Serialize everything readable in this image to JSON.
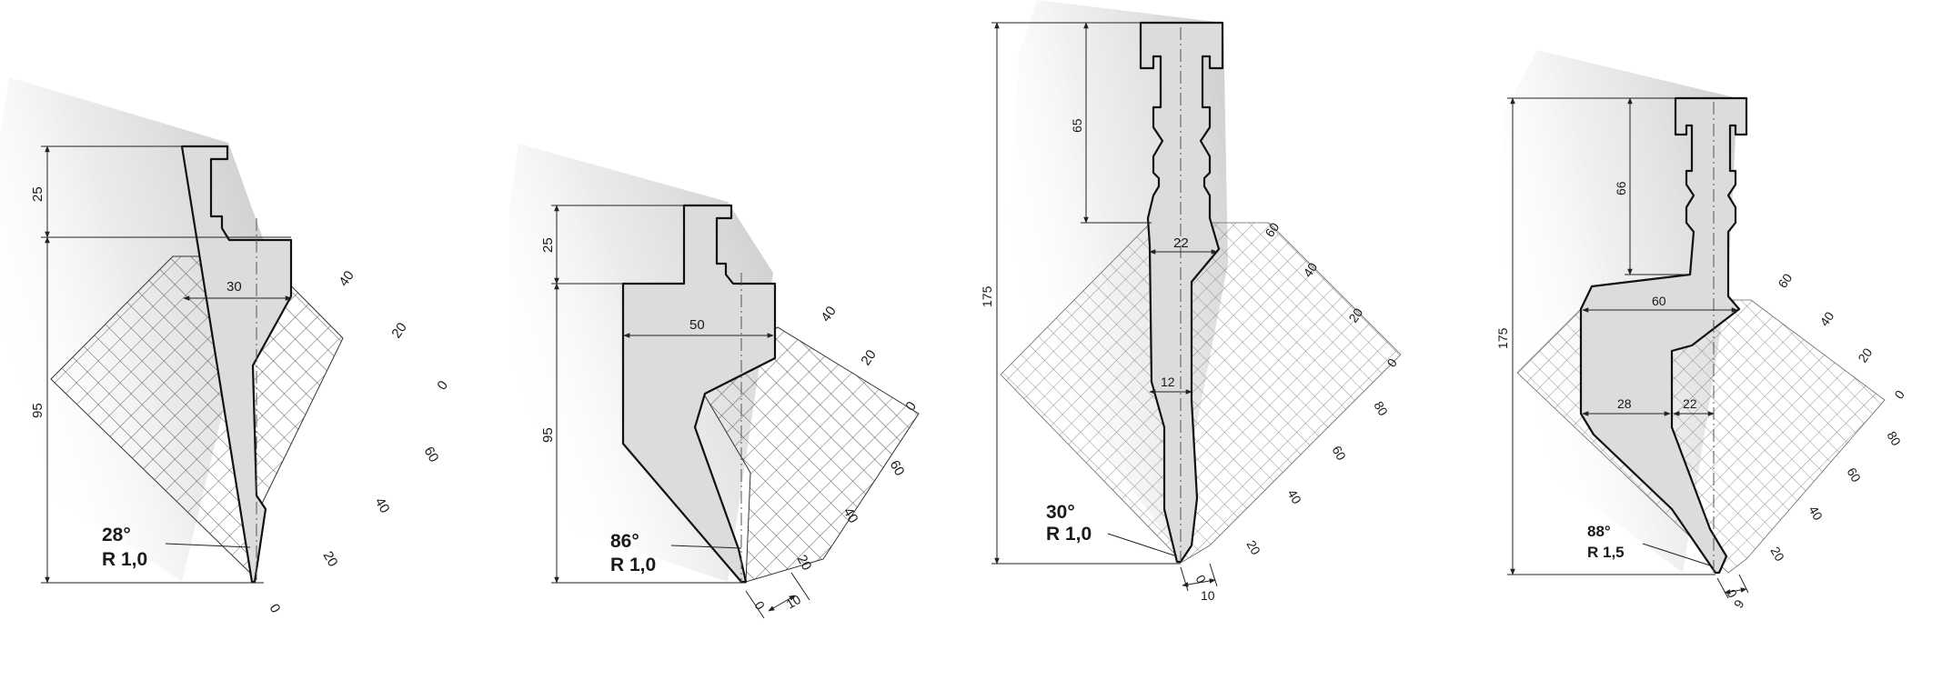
{
  "tools": [
    {
      "height_top": "25",
      "height_main": "95",
      "width": "30",
      "angle": "28°",
      "radius": "R 1,0",
      "grid_left": [
        "0",
        "20",
        "40",
        "60"
      ],
      "grid_right": [
        "0",
        "20",
        "40"
      ]
    },
    {
      "height_top": "25",
      "height_main": "95",
      "width": "50",
      "angle": "86°",
      "radius": "R 1,0",
      "tip_offset": "0",
      "tip_width": "10",
      "grid_left": [
        "20",
        "40",
        "60"
      ],
      "grid_right": [
        "0",
        "20",
        "40"
      ]
    },
    {
      "height_total": "175",
      "height_shank": "65",
      "width_upper": "22",
      "width_lower": "12",
      "angle": "30°",
      "radius": "R 1,0",
      "tip_offset": "0",
      "tip_width": "10",
      "grid_left": [
        "20",
        "40",
        "60",
        "80"
      ],
      "grid_right": [
        "0",
        "20",
        "40",
        "60"
      ]
    },
    {
      "height_total": "175",
      "height_shank": "66",
      "width_upper": "60",
      "width_left": "28",
      "width_right": "22",
      "angle": "88°",
      "radius": "R 1,5",
      "tip_offset": "0",
      "tip_width": "9",
      "grid_left": [
        "20",
        "40",
        "60",
        "80"
      ],
      "grid_right": [
        "0",
        "20",
        "40",
        "60"
      ]
    }
  ]
}
